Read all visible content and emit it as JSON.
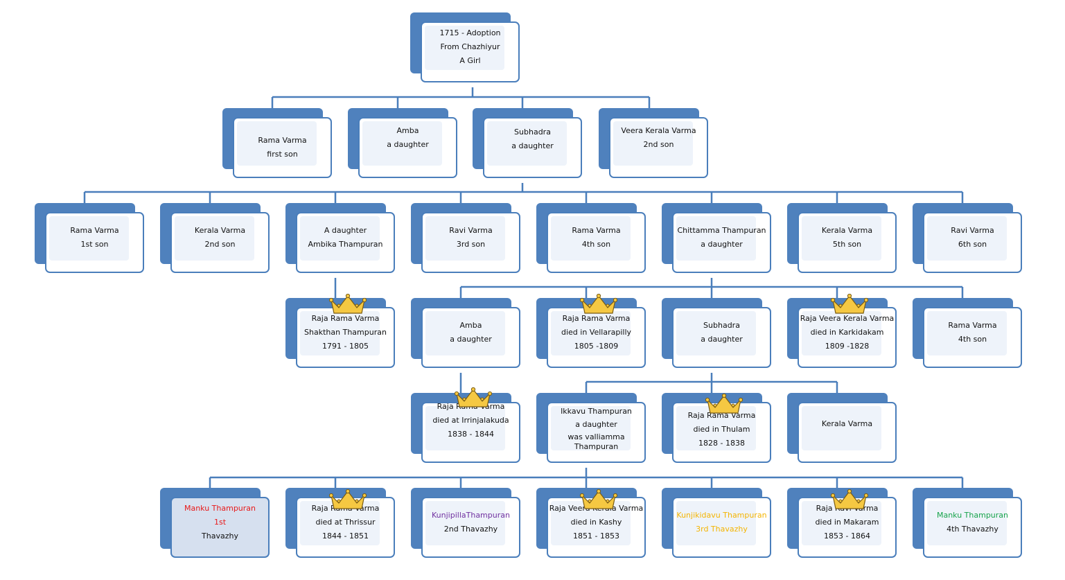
{
  "root": {
    "lines": [
      "1715 - Adoption",
      "From Chazhiyur",
      "A  Girl"
    ]
  },
  "gen1": [
    {
      "lines": [
        "Rama Varma",
        "first son"
      ]
    },
    {
      "lines": [
        "Amba",
        "a daughter"
      ]
    },
    {
      "lines": [
        "Subhadra",
        "a daughter"
      ]
    },
    {
      "lines": [
        "Veera Kerala Varma",
        "2nd son"
      ]
    }
  ],
  "gen2": [
    {
      "lines": [
        "Rama Varma",
        "1st son"
      ]
    },
    {
      "lines": [
        "Kerala Varma",
        "2nd son"
      ]
    },
    {
      "lines": [
        "A  daughter",
        "Ambika Thampuran"
      ]
    },
    {
      "lines": [
        "Ravi Varma",
        "3rd son"
      ]
    },
    {
      "lines": [
        "Rama Varma",
        "4th son"
      ]
    },
    {
      "lines": [
        "Chittamma Thampuran",
        "a daughter"
      ]
    },
    {
      "lines": [
        "Kerala Varma",
        "5th son"
      ]
    },
    {
      "lines": [
        "Ravi Varma",
        "6th son"
      ]
    }
  ],
  "gen3": [
    {
      "lines": [
        "Raja Rama Varma",
        "Shakthan Thampuran",
        "1791 - 1805"
      ],
      "crown": true
    },
    {
      "lines": [
        "Amba",
        "a daughter"
      ]
    },
    {
      "lines": [
        "Raja Rama Varma",
        "died in Vellarapilly",
        "1805 -1809"
      ],
      "crown": true
    },
    {
      "lines": [
        "Subhadra",
        "a daughter"
      ]
    },
    {
      "lines": [
        "Raja  Veera Kerala Varma",
        "died in Karkidakam",
        "1809 -1828"
      ],
      "crown": true
    },
    {
      "lines": [
        "Rama Varma",
        "4th son"
      ]
    }
  ],
  "gen4": [
    {
      "lines": [
        "Raja Rama Varma",
        "died  at Irrinjalakuda",
        "1838 - 1844"
      ],
      "crown": true
    },
    {
      "lines": [
        "Ikkavu Thampuran",
        "a daughter",
        "was valliamma",
        "Thampuran"
      ]
    },
    {
      "lines": [
        "Raja Rama Varma",
        "died in Thulam",
        "1828 - 1838"
      ],
      "crown": true
    },
    {
      "lines": [
        "Kerala Varma"
      ]
    }
  ],
  "gen5": [
    {
      "line1": "Manku Thampuran",
      "line2a": "1st",
      "line2b": " Thavazhy"
    },
    {
      "lines": [
        "Raja Rama Varma",
        "died  at Thrissur",
        "1844 - 1851"
      ],
      "crown": true
    },
    {
      "line1": "KunjipillaThampuran",
      "line2": "2nd Thavazhy"
    },
    {
      "lines": [
        "Raja Veera Kerala Varma",
        "died in Kashy",
        "1851 - 1853"
      ],
      "crown": true
    },
    {
      "line1": "Kunjikidavu Thampuran",
      "line2": "3rd Thavazhy"
    },
    {
      "lines": [
        "Raja Ravi Varma",
        "died in Makaram",
        "1853 - 1864"
      ],
      "crown": true
    },
    {
      "line1": "Manku Thampuran",
      "line2": "4th Thavazhy"
    }
  ],
  "colors": {
    "box_back": "#4f81bd",
    "box_border": "#4a7ebb",
    "connector": "#4a7ebb",
    "crown": "#f5c842",
    "red": "#e81818",
    "purple": "#7030a0",
    "gold": "#f4b400",
    "green": "#16a34a"
  }
}
